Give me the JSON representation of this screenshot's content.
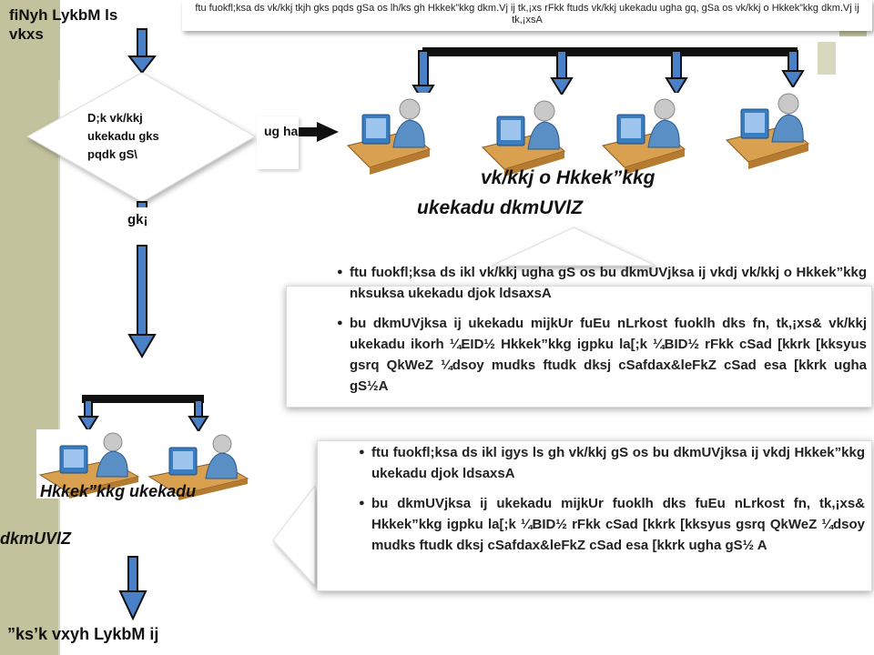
{
  "labels": {
    "top_left": "fiNyh LykbM ls vkxs",
    "diamond": "D;k vk/kkj ukekadu gks pqdk gS\\",
    "yes": "gk¡",
    "no": "ug ha",
    "computers_caption_line1": "vk/kkj o Hkkek”kkg",
    "computers_caption_line2": "ukekadu dkmUVlZ",
    "bhamashah_caption": "Hkkek”kkg ukekadu",
    "dkm_left": "dkmUVlZ",
    "bottom_left": "”ks’k vxyh LykbM ij"
  },
  "top_note": "ftu fuokfl;ksa ds vk/kkj tkjh gks pqds gSa os lh/ks gh Hkkek”kkg dkm.Vj ij tk,¡xs rFkk ftuds vk/kkj ukekadu ugha gq, gSa os vk/kkj o Hkkek”kkg dkm.Vj ij tk,¡xsA",
  "box1_bullets": [
    "ftu fuokfl;ksa ds ikl vk/kkj ugha gS os bu dkmUVjksa ij vkdj vk/kkj o Hkkek”kkg nksuksa ukekadu djok ldsaxsA",
    "bu dkmUVjksa ij ukekadu mijkUr fuEu nLrkost fuoklh dks fn, tk,¡xs& vk/kkj ukekadu ikorh ¼EID½ Hkkek”kkg igpku la[;k ¼BID½ rFkk cSad [kkrk [kksyus gsrq QkWeZ ¼dsoy mudks ftudk dksj cSafdax&leFkZ cSad esa [kkrk ugha gS½A"
  ],
  "box2_bullets": [
    "ftu fuokfl;ksa ds ikl igys ls gh vk/kkj gS os bu dkmUVjksa ij vkdj Hkkek”kkg ukekadu djok ldsaxsA",
    "bu dkmUVjksa ij ukekadu mijkUr fuoklh dks fuEu nLrkost fn, tk,¡xs& Hkkek”kkg igpku la[;k ¼BID½ rFkk cSad [kkrk [kksyus gsrq QkWeZ ¼dsoy mudks ftudk dksj cSafdax&leFkZ cSad esa [kkrk ugha gS½ A"
  ],
  "colors": {
    "side_band": "#c2c29d",
    "arrow_fill": "#4a80c8",
    "arrow_outline": "#111111",
    "desk": "#d9a050",
    "monitor": "#3a7cc0",
    "person_shirt": "#5a8fc6"
  },
  "icons": [
    "computer-operator-icon"
  ]
}
